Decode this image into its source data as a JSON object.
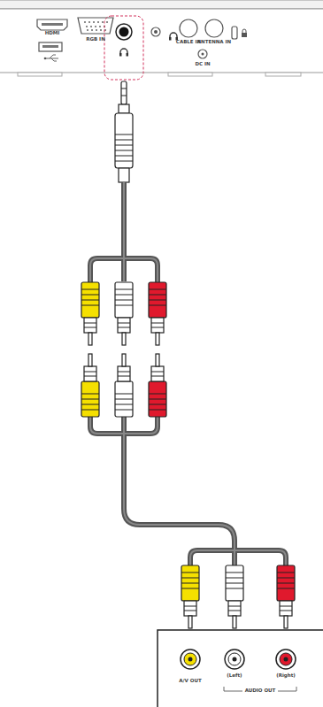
{
  "diagram": {
    "labels": [
      "HDMI",
      "RGB IN",
      "CABLE IN",
      "ANTENNA IN",
      "DC IN",
      "A/V OUT",
      "(Left)",
      "(Right)",
      "AUDIO OUT"
    ]
  }
}
